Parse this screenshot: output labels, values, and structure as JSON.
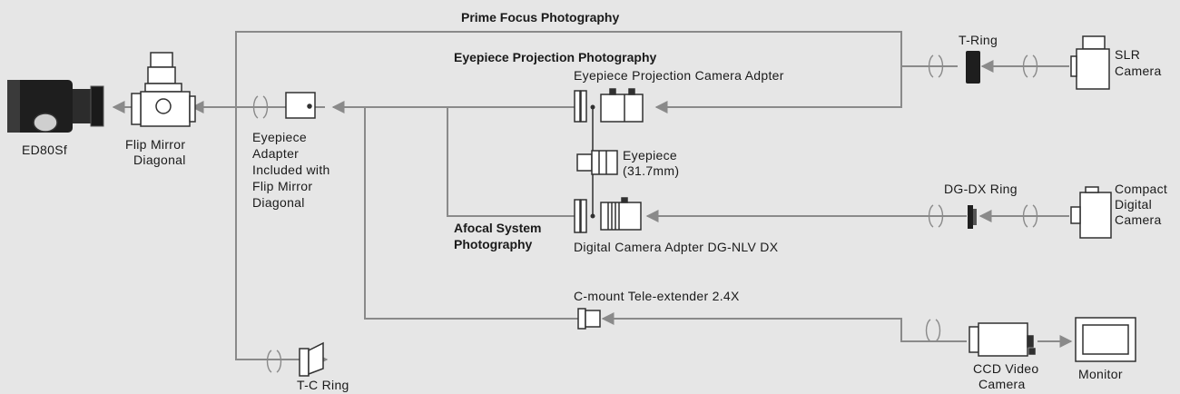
{
  "colors": {
    "background": "#e6e6e6",
    "line": "#8a8a8a",
    "device": "#303030"
  },
  "paths": {
    "prime_focus": "Prime Focus Photography",
    "eyepiece_projection": "Eyepiece Projection Photography",
    "afocal_line1": "Afocal System",
    "afocal_line2": "Photography"
  },
  "components": {
    "telescope": "ED80Sf",
    "flip_mirror_line1": "Flip Mirror",
    "flip_mirror_line2": "Diagonal",
    "eyepiece_adapter_lines": [
      "Eyepiece",
      "Adapter",
      "Included with",
      "Flip Mirror",
      "Diagonal"
    ],
    "projection_adapter": "Eyepiece Projection Camera Adpter",
    "eyepiece_line1": "Eyepiece",
    "eyepiece_line2": "(31.7mm)",
    "dg_adapter": "Digital Camera Adpter DG-NLV DX",
    "t_ring": "T-Ring",
    "slr_line1": "SLR",
    "slr_line2": "Camera",
    "dg_dx_ring": "DG-DX Ring",
    "compact_lines": [
      "Compact",
      "Digital",
      "Camera"
    ],
    "tele_extender": "C-mount Tele-extender 2.4X",
    "tc_ring": "T-C Ring",
    "ccd_line1": "CCD Video",
    "ccd_line2": "Camera",
    "monitor": "Monitor"
  }
}
